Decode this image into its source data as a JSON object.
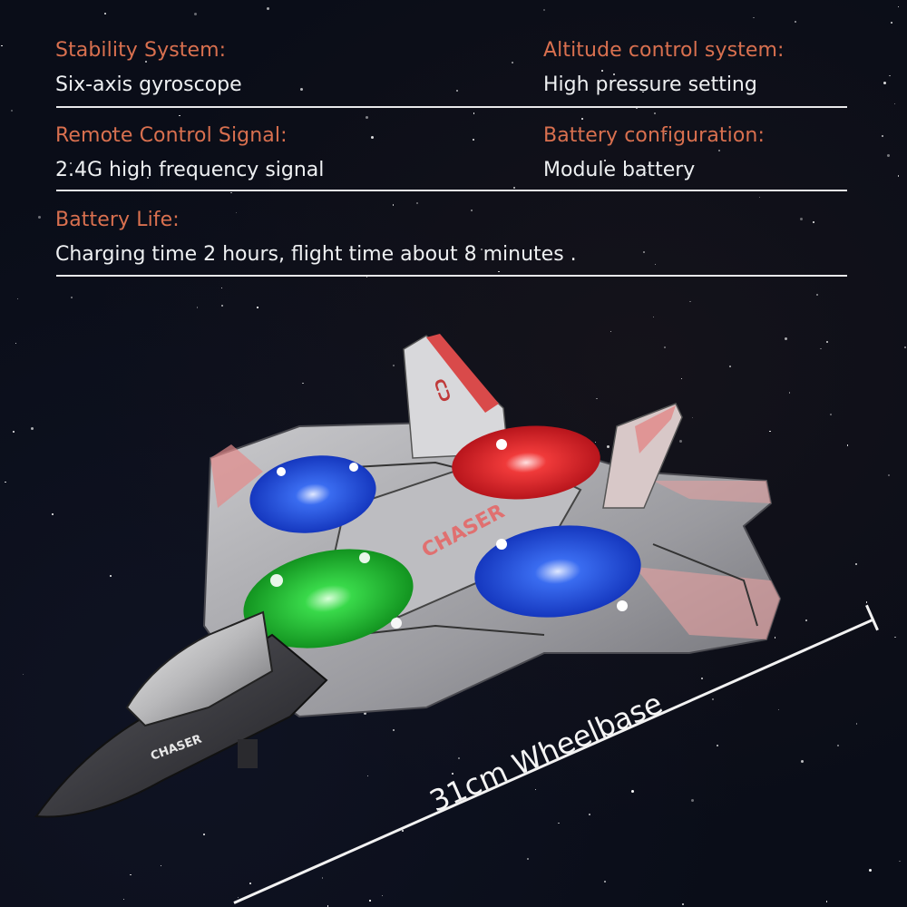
{
  "specs": [
    {
      "label": "Stability System:",
      "value": "Six-axis gyroscope"
    },
    {
      "label": "Altitude control system:",
      "value": "High pressure setting"
    },
    {
      "label": "Remote Control Signal:",
      "value": "2.4G high frequency signal"
    },
    {
      "label": "Battery configuration:",
      "value": "Module battery"
    },
    {
      "label": "Battery Life:",
      "value": "Charging time 2 hours, flight time about 8 minutes ."
    }
  ],
  "product": {
    "brand_marking": "CHASER",
    "propellers": [
      {
        "position": "front-left",
        "color": "#22c433"
      },
      {
        "position": "rear-left",
        "color": "#1f55e8"
      },
      {
        "position": "rear-center",
        "color": "#e8212a"
      },
      {
        "position": "front-right",
        "color": "#1f55e8"
      }
    ]
  },
  "measurement": {
    "label": "31cm Wheelbase"
  },
  "colors": {
    "background": "#0a0d18",
    "label": "#d9704f",
    "value": "#eef0f2",
    "divider": "#e8e8ea"
  }
}
